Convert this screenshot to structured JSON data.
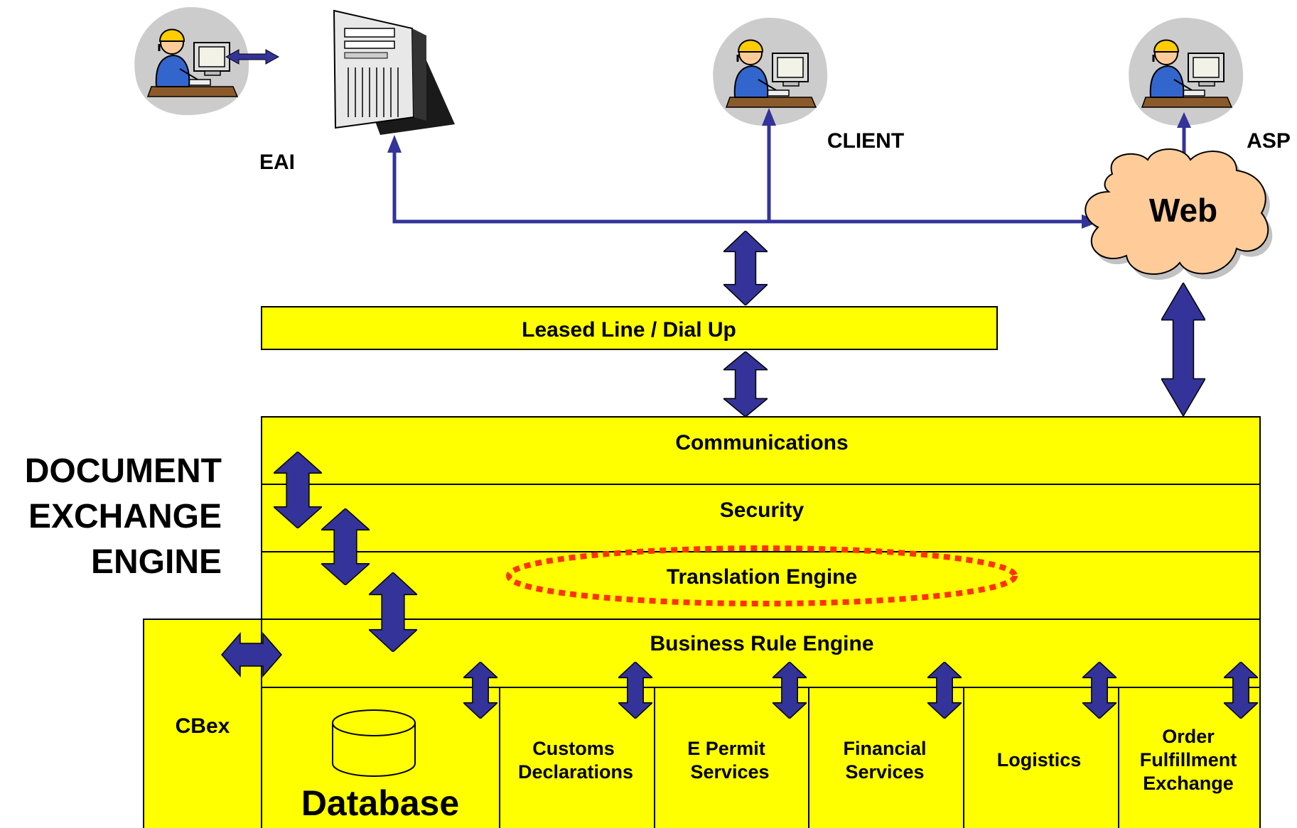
{
  "labels": {
    "eai": "EAI",
    "client": "CLIENT",
    "asp": "ASP",
    "web": "Web",
    "leased_line": "Leased Line / Dial Up",
    "engine_title": [
      "DOCUMENT",
      "EXCHANGE",
      "ENGINE"
    ],
    "communications": "Communications",
    "security": "Security",
    "translation_engine": "Translation Engine",
    "business_rule_engine": "Business Rule Engine",
    "cbex": "CBex",
    "database": "Database",
    "modules": [
      {
        "id": "customs",
        "lines": [
          "Customs",
          "Declarations"
        ]
      },
      {
        "id": "epermit",
        "lines": [
          "E Permit",
          "Services"
        ]
      },
      {
        "id": "financial",
        "lines": [
          "Financial",
          "Services"
        ]
      },
      {
        "id": "logistics",
        "lines": [
          "Logistics"
        ]
      },
      {
        "id": "order",
        "lines": [
          "Order",
          "Fulfillment",
          "Exchange"
        ]
      }
    ]
  },
  "colors": {
    "layer_fill": "#ffff00",
    "arrow_fill": "#333399",
    "connector_line": "#333399",
    "cloud_fill": "#ffcc99",
    "highlight_dash": "#ff3300"
  },
  "icons": [
    "operator-computer-icon",
    "server-tower-icon",
    "web-cloud-icon",
    "database-cylinder-icon"
  ]
}
